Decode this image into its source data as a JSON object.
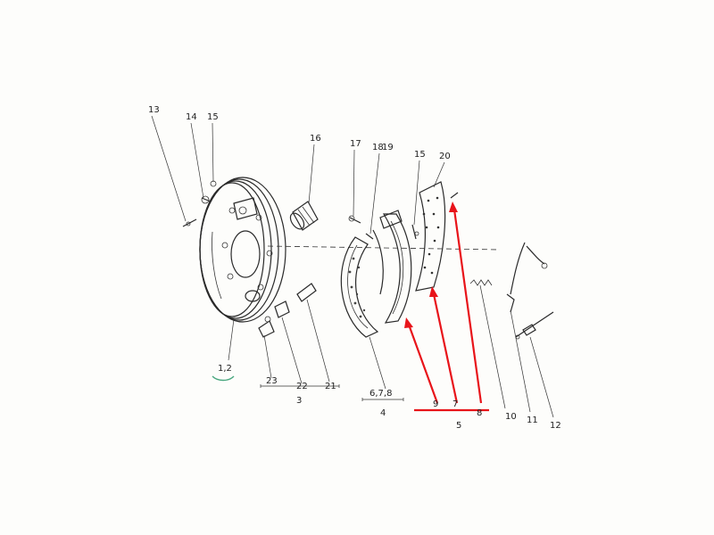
{
  "diagram": {
    "callouts": [
      "13",
      "14",
      "15",
      "16",
      "17",
      "18",
      "19",
      "15",
      "20",
      "1,2",
      "23",
      "22",
      "21",
      "3",
      "6,7,8",
      "4",
      "9",
      "7",
      "8",
      "5",
      "10",
      "11",
      "12"
    ],
    "highlight_color": "#e8141a",
    "green_mark_color": "#4aa77f"
  }
}
